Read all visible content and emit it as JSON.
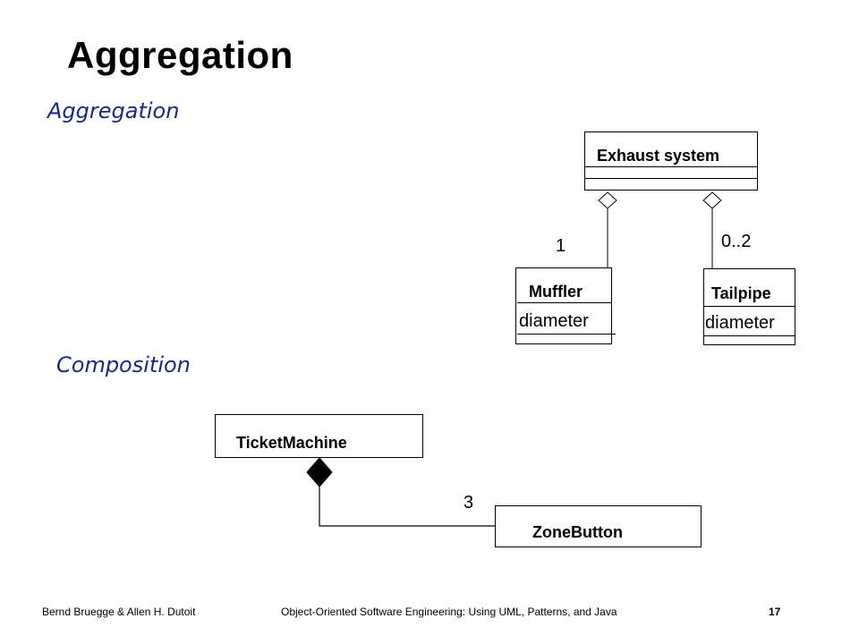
{
  "slide": {
    "title": "Aggregation",
    "page_number": "17"
  },
  "sections": {
    "aggregation_label": "Aggregation",
    "composition_label": "Composition"
  },
  "aggregation_diagram": {
    "whole": {
      "name": "Exhaust system"
    },
    "parts": [
      {
        "name": "Muffler",
        "attribute": "diameter",
        "multiplicity": "1"
      },
      {
        "name": "Tailpipe",
        "attribute": "diameter",
        "multiplicity": "0..2"
      }
    ]
  },
  "composition_diagram": {
    "whole": {
      "name": "TicketMachine"
    },
    "part": {
      "name": "ZoneButton",
      "multiplicity": "3"
    }
  },
  "footer": {
    "authors": "Bernd Bruegge & Allen H. Dutoit",
    "book": "Object-Oriented Software Engineering: Using UML, Patterns, and Java",
    "page": "17"
  }
}
